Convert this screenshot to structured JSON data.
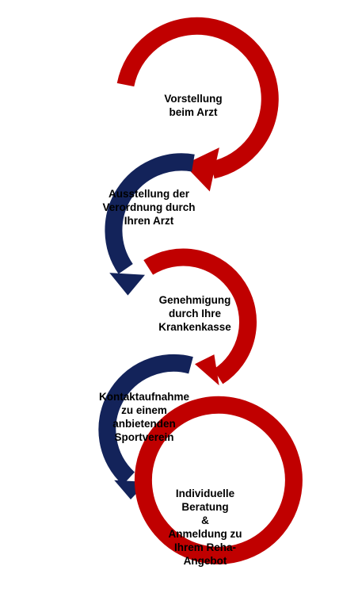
{
  "colors": {
    "red": "#c00000",
    "navy": "#13235a",
    "background": "#ffffff",
    "text": "#000000"
  },
  "steps": [
    {
      "text": "Vorstellung\nbeim Arzt",
      "color": "red"
    },
    {
      "text": "Ausstellung der\nVerordnung durch\nIhren Arzt",
      "color": "navy"
    },
    {
      "text": "Genehmigung\ndurch Ihre\nKrankenkasse",
      "color": "red"
    },
    {
      "text": "Kontaktaufnahme\nzu einem\nanbietenden\nSportverein",
      "color": "navy"
    },
    {
      "text": "Individuelle\nBeratung\n&\nAnmeldung zu\nIhrem Reha-\nAngebot",
      "color": "red"
    }
  ]
}
